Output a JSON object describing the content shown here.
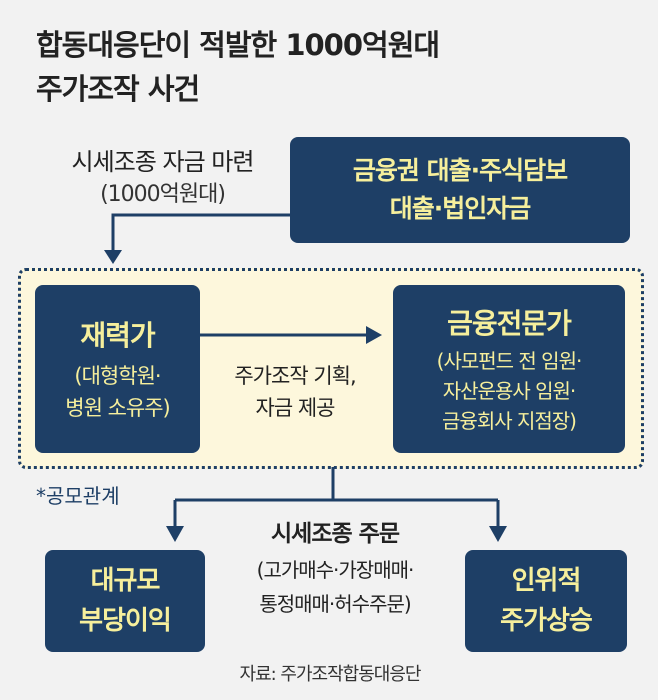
{
  "title": {
    "line1": "합동대응단이 적발한 1000억원대",
    "line2": "주가조작 사건"
  },
  "funding": {
    "label": "시세조종 자금 마련",
    "amount": "(1000억원대)",
    "source_line1": "금융권 대출·주식담보",
    "source_line2": "대출·법인자금"
  },
  "conspiracy": {
    "left": {
      "title": "재력가",
      "line1": "(대형학원·",
      "line2": "병원 소유주)"
    },
    "arrow_line1": "주가조작 기획,",
    "arrow_line2": "자금 제공",
    "right": {
      "title": "금융전문가",
      "line1": "(사모펀드 전 임원·",
      "line2": "자산운용사 임원·",
      "line3": "금융회사 지점장)"
    },
    "note": "*공모관계"
  },
  "orders": {
    "title": "시세조종 주문",
    "line1": "(고가매수·가장매매·",
    "line2": "통정매매·허수주문)"
  },
  "results": {
    "left_line1": "대규모",
    "left_line2": "부당이익",
    "right_line1": "인위적",
    "right_line2": "주가상승"
  },
  "source": "자료: 주가조작합동대응단",
  "colors": {
    "navy": "#1e3f66",
    "yellow_text": "#f6ef9c",
    "panel": "#fdf7dc",
    "background": "#f2f2f2"
  }
}
